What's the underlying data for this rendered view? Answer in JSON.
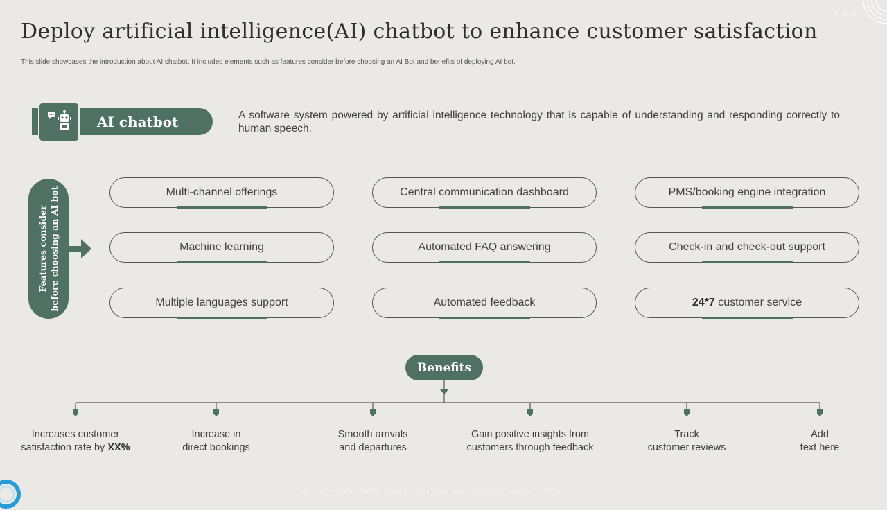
{
  "title": "Deploy artificial intelligence(AI) chatbot to enhance customer satisfaction",
  "subtitle": "This slide showcases the introduction about AI chatbot. It includes elements such as features consider before choosing an AI Bot and benefits of deploying AI bot.",
  "ai_chatbot": {
    "label": "AI chatbot",
    "description": "A software system powered by artificial intelligence technology that is capable of understanding and responding correctly to human speech."
  },
  "features_heading_line1": "Features consider",
  "features_heading_line2": "before choosing an AI bot",
  "features": [
    {
      "label": "Multi-channel offerings"
    },
    {
      "label": "Central communication dashboard"
    },
    {
      "label": "PMS/booking engine integration"
    },
    {
      "label": "Machine learning"
    },
    {
      "label": "Automated FAQ answering"
    },
    {
      "label": "Check-in and check-out support"
    },
    {
      "label": "Multiple languages support"
    },
    {
      "label": "Automated feedback"
    },
    {
      "label_bold": "24*7",
      "label_rest": " customer service"
    }
  ],
  "benefits_label": "Benefits",
  "benefits": [
    {
      "line1": "Increases customer",
      "line2": "satisfaction rate by ",
      "line2_bold": "XX%"
    },
    {
      "line1": "Increase in",
      "line2": "direct bookings"
    },
    {
      "line1": "Smooth arrivals",
      "line2": "and departures"
    },
    {
      "line1": "Gain positive insights from",
      "line2": "customers through feedback"
    },
    {
      "line1": "Track",
      "line2": "customer reviews"
    },
    {
      "line1": "Add",
      "line2": "text here"
    }
  ],
  "footer": "This slide is 100% editable. Adapt it to your needs and capture your audience's attention.",
  "colors": {
    "accent": "#4e7163",
    "background": "#ebe9e5",
    "text": "#3f3f3f"
  }
}
